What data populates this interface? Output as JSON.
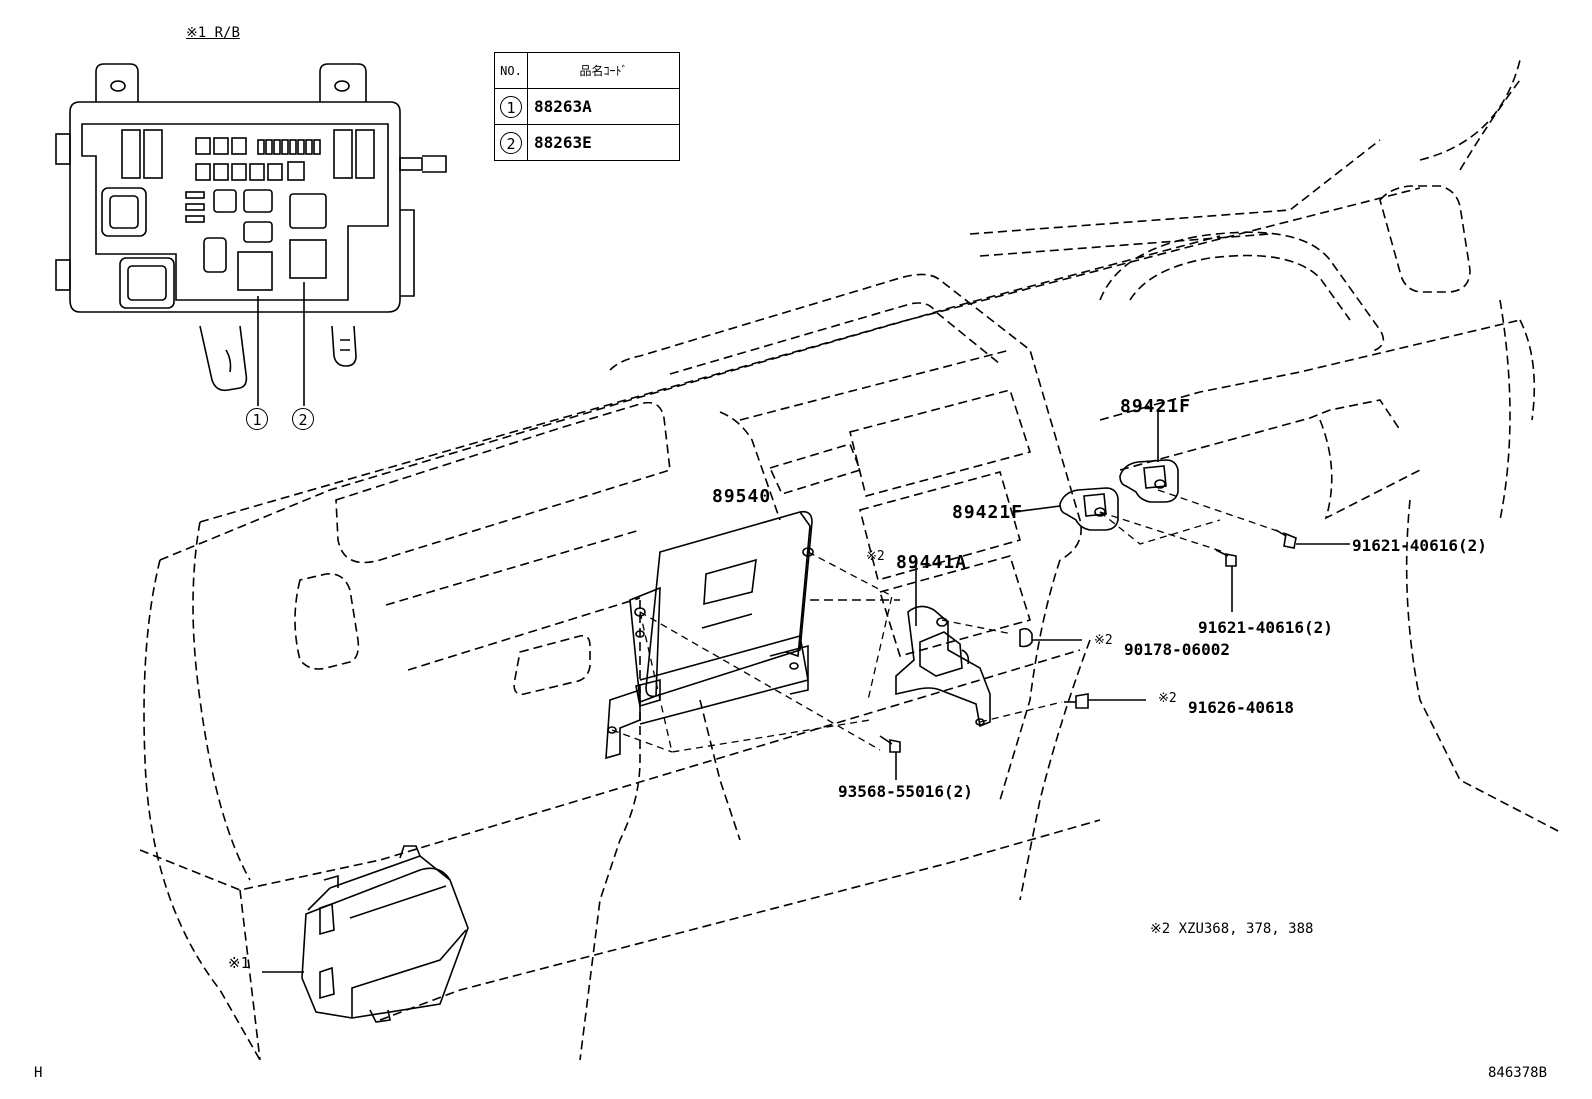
{
  "header": {
    "rb_note": "※1 R/B"
  },
  "table": {
    "col_no": "NO.",
    "col_code": "品名ｺｰﾄﾞ",
    "rows": [
      {
        "no": "1",
        "code": "88263A"
      },
      {
        "no": "2",
        "code": "88263E"
      }
    ]
  },
  "callouts": {
    "c1": "1",
    "c2": "2"
  },
  "parts": {
    "p89540": "89540",
    "p89421f_a": "89421F",
    "p89421f_b": "89421F",
    "p89441a": "89441A",
    "p91621_a": "91621-40616(2)",
    "p91621_b": "91621-40616(2)",
    "p90178": "90178-06002",
    "p91626": "91626-40618",
    "p93568": "93568-55016(2)"
  },
  "marks": {
    "m_89441a": "※2",
    "m_90178": "※2",
    "m_91626": "※2",
    "m_relay": "※1"
  },
  "notes": {
    "applicability": "※2  XZU368, 378, 388",
    "corner_left": "H",
    "figure_id": "846378B"
  }
}
